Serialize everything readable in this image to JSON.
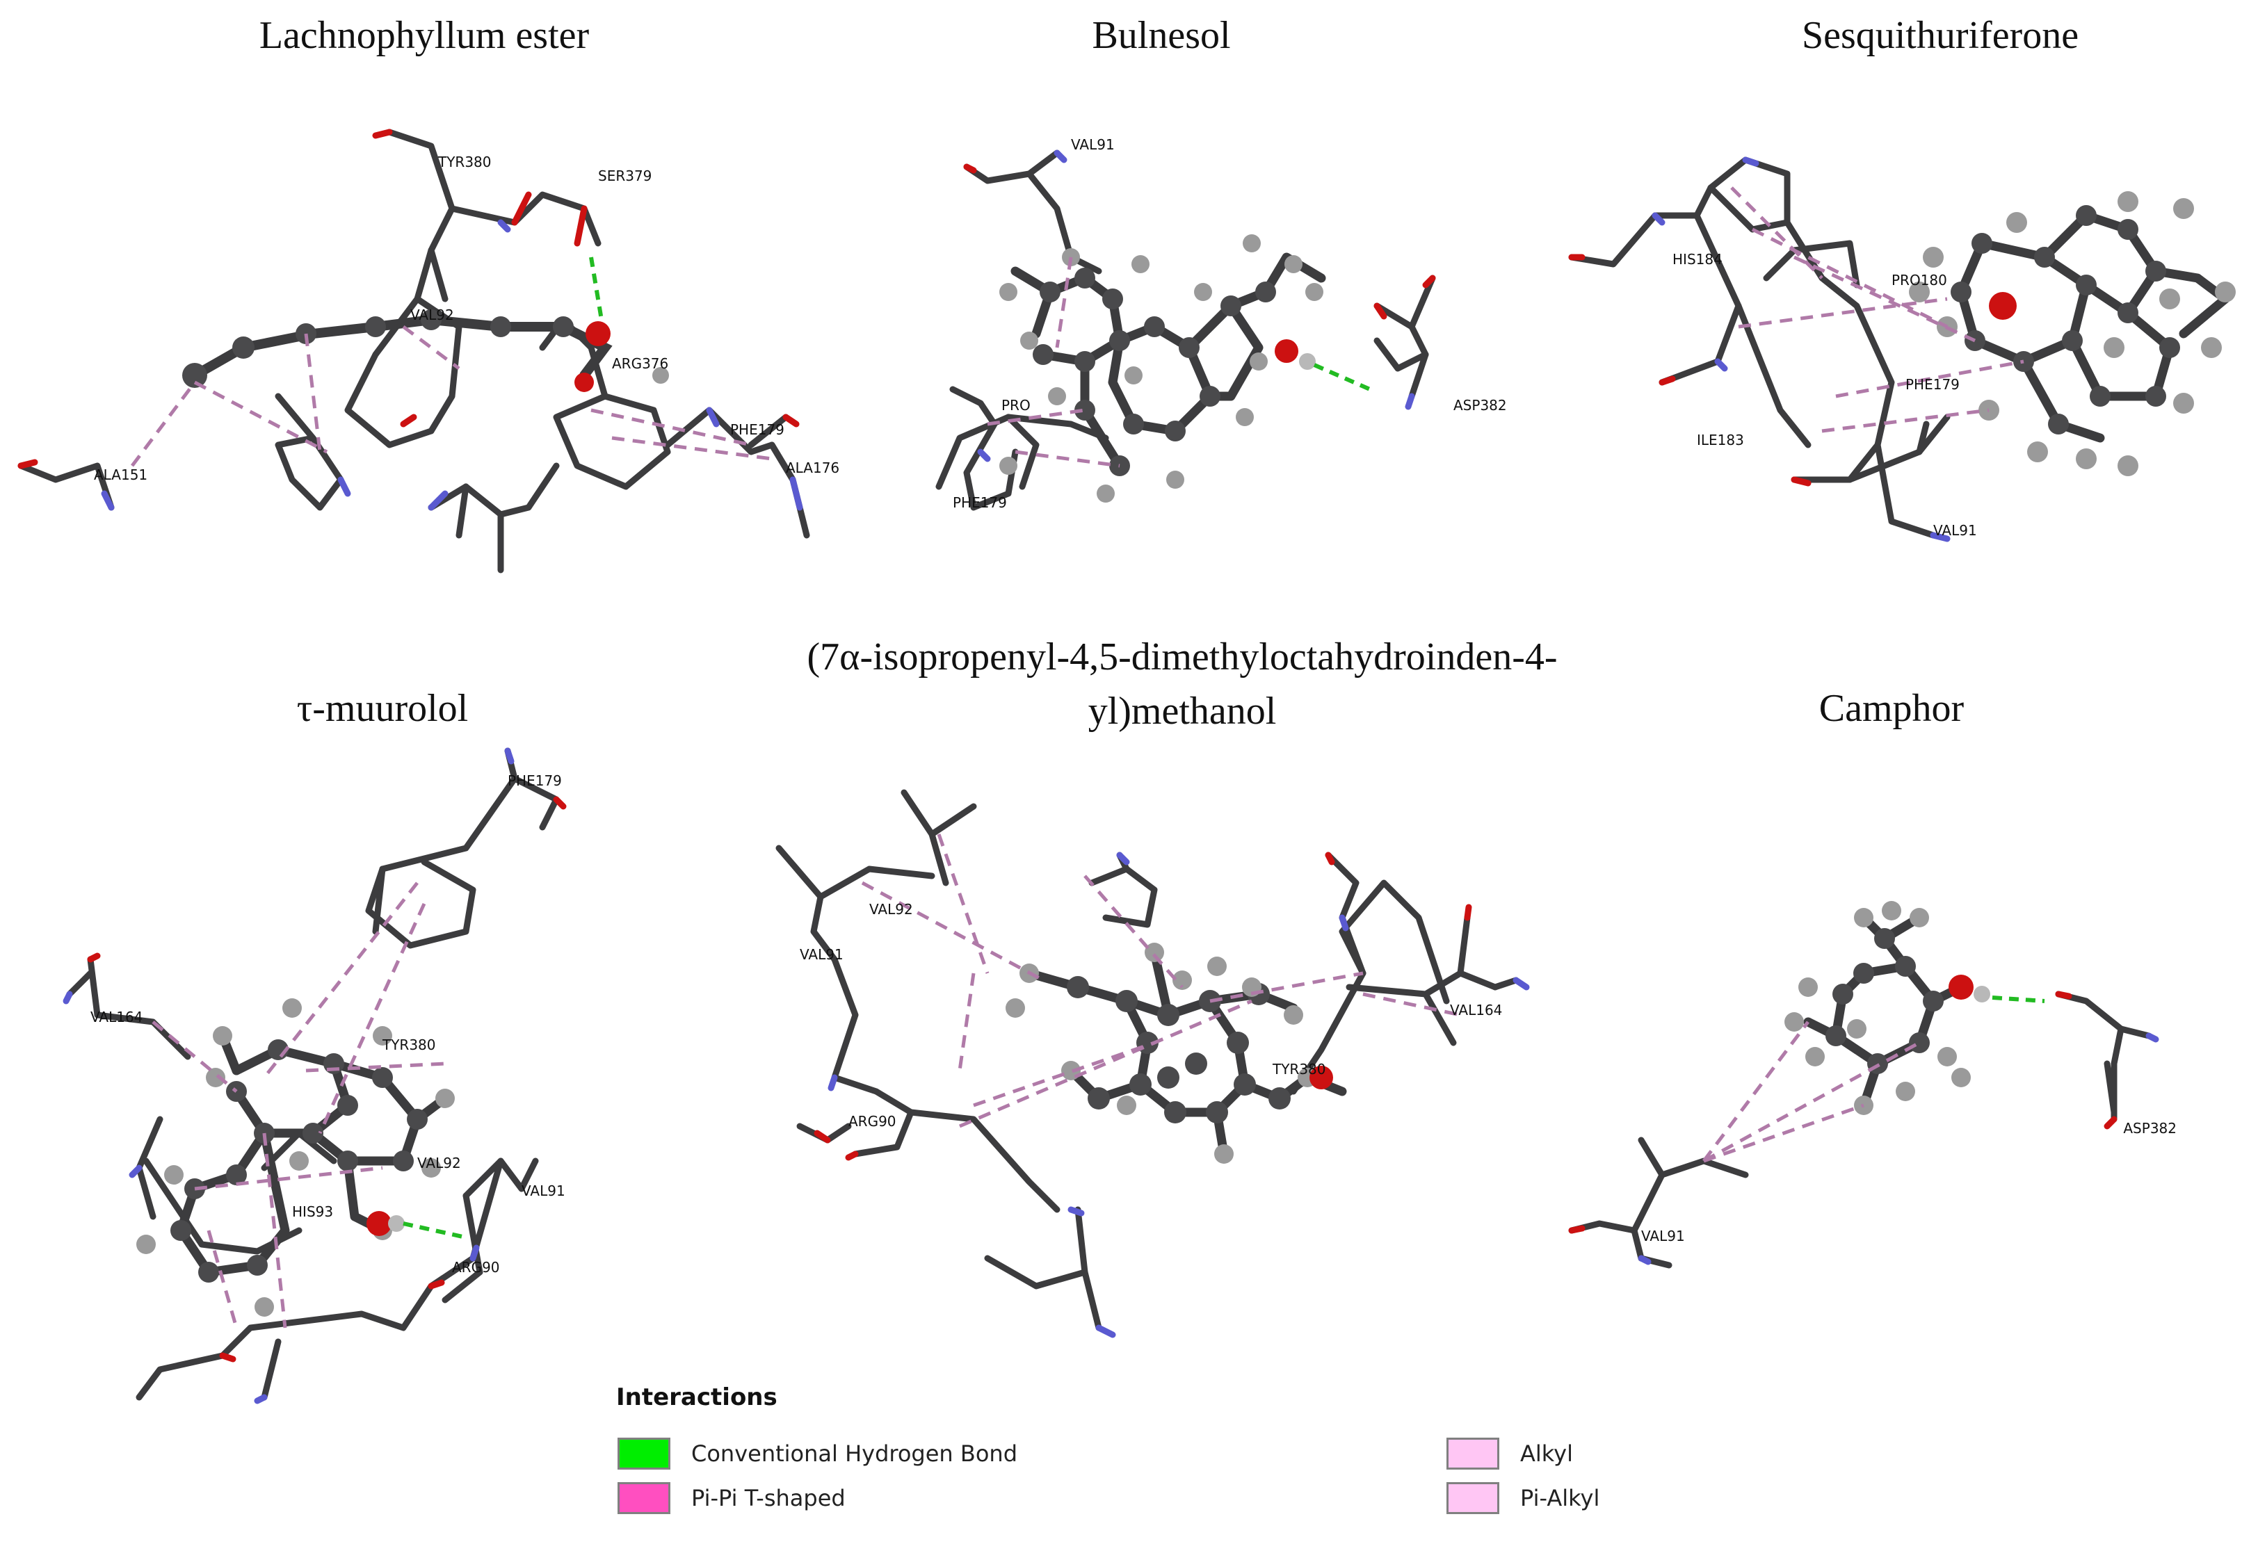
{
  "panels": [
    {
      "title": "Lachnophyllum ester",
      "residues": [
        "TYR380",
        "SER379",
        "VAL92",
        "ARG376",
        "PHE179",
        "ALA176",
        "ALA151"
      ]
    },
    {
      "title": "Bulnesol",
      "residues": [
        "VAL91",
        "PRO",
        "PHE179",
        "ASP382"
      ]
    },
    {
      "title": "Sesquithuriferone",
      "residues": [
        "HIS184",
        "PRO180",
        "PHE179",
        "ILE183",
        "VAL91"
      ]
    },
    {
      "title": "τ-muurolol",
      "residues": [
        "PHE179",
        "VAL164",
        "TYR380",
        "VAL92",
        "VAL91",
        "HIS93",
        "ARG90"
      ]
    },
    {
      "title": "(7α-isopropenyl-4,5-dimethyloctahydroinden-4-yl)methanol",
      "residues": [
        "VAL92",
        "VAL91",
        "TYR380",
        "VAL164",
        "ARG90"
      ]
    },
    {
      "title": "Camphor",
      "residues": [
        "ASP382",
        "VAL91"
      ]
    }
  ],
  "legend": {
    "title": "Interactions",
    "items": [
      {
        "label": "Conventional Hydrogen Bond",
        "color": "#00ee00"
      },
      {
        "label": "Pi-Pi T-shaped",
        "color": "#ff4fc0"
      },
      {
        "label": "Alkyl",
        "color": "#ffc6f4"
      },
      {
        "label": "Pi-Alkyl",
        "color": "#ffc6f4"
      }
    ]
  },
  "colors": {
    "bond": "#3c3c3e",
    "oxygen": "#cc1111",
    "nitrogen": "#5a5ad0",
    "hydrogen": "#b8b8b8",
    "ligand_atom": "#4a4a4c",
    "h_atom": "#9a9a9a",
    "hbond_dash": "#22bb22",
    "hydrophobic_dash": "#b07aa8"
  }
}
